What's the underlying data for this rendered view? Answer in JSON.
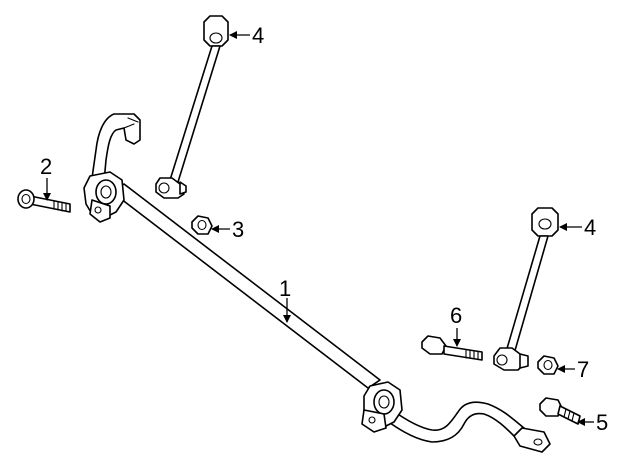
{
  "diagram": {
    "callouts": {
      "bar": "1",
      "bushing_bolt": "2",
      "nut_upper": "3",
      "link_upper": "4",
      "link_lower": "4",
      "bolt_lower": "5",
      "bolt_middle": "6",
      "nut_lower": "7"
    },
    "colors": {
      "line": "#000000",
      "fill": "#ffffff"
    }
  }
}
